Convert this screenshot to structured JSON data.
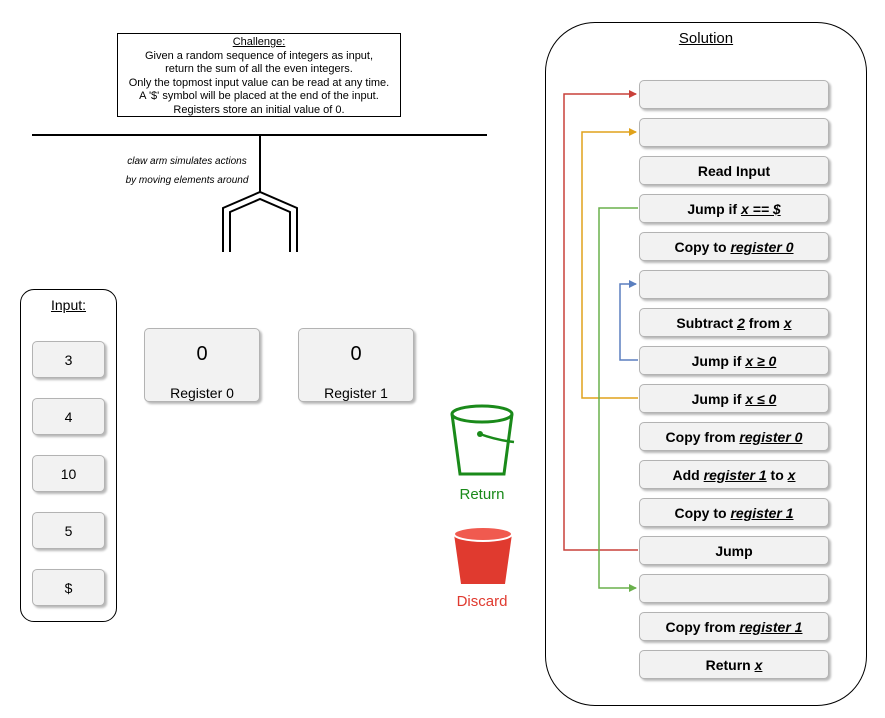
{
  "challenge": {
    "title": "Challenge:",
    "lines": [
      "Given a random sequence of integers as input,",
      "return the sum of all the even integers.",
      "Only the topmost input value can be read at any time.",
      "A '$' symbol will be placed at the end of the input.",
      "Registers store an initial value of 0."
    ]
  },
  "claw_note": [
    "claw arm simulates actions",
    "by moving elements around"
  ],
  "input": {
    "title": "Input:",
    "items": [
      "3",
      "4",
      "10",
      "5",
      "$"
    ]
  },
  "registers": [
    {
      "value": "0",
      "label": "Register 0"
    },
    {
      "value": "0",
      "label": "Register 1"
    }
  ],
  "buckets": {
    "return": {
      "label": "Return",
      "color": "#1a8a1a"
    },
    "discard": {
      "label": "Discard",
      "color": "#e03a2f"
    }
  },
  "solution": {
    "title": "Solution",
    "steps": [
      {
        "pre": "",
        "op": "",
        "post": ""
      },
      {
        "pre": "",
        "op": "",
        "post": ""
      },
      {
        "pre": "Read Input",
        "op": "",
        "post": ""
      },
      {
        "pre": "Jump if ",
        "op": "x == $",
        "post": ""
      },
      {
        "pre": "Copy to ",
        "op": "register 0",
        "post": ""
      },
      {
        "pre": "",
        "op": "",
        "post": ""
      },
      {
        "pre": "Subtract ",
        "op": "2",
        "post": " from ",
        "op2": "x"
      },
      {
        "pre": "Jump if ",
        "op": "x ≥ 0",
        "post": ""
      },
      {
        "pre": "Jump if ",
        "op": "x ≤ 0",
        "post": ""
      },
      {
        "pre": "Copy from ",
        "op": "register 0",
        "post": ""
      },
      {
        "pre": "Add ",
        "op": "register 1",
        "post": " to ",
        "op2": "x"
      },
      {
        "pre": "Copy to ",
        "op": "register 1",
        "post": ""
      },
      {
        "pre": "Jump",
        "op": "",
        "post": ""
      },
      {
        "pre": "",
        "op": "",
        "post": ""
      },
      {
        "pre": "Copy from ",
        "op": "register 1",
        "post": ""
      },
      {
        "pre": "Return ",
        "op": "x",
        "post": ""
      }
    ]
  },
  "arrow_colors": {
    "red": "#c9413a",
    "orange": "#e0a21b",
    "green": "#6ab04c",
    "blue": "#5b7fbf"
  }
}
